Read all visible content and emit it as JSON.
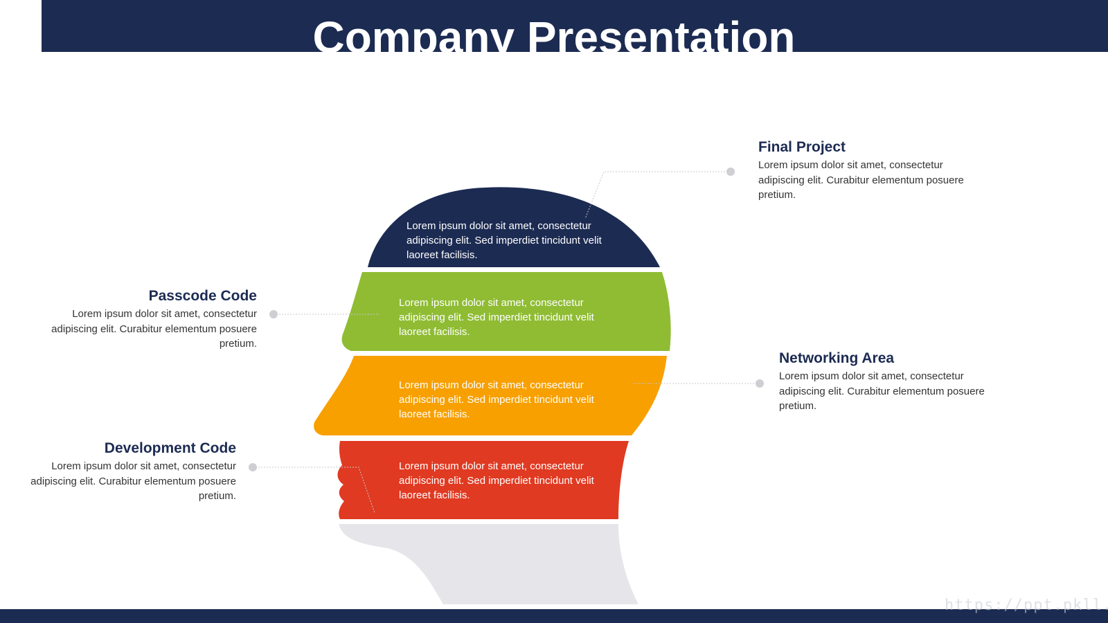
{
  "header": {
    "title": "Company Presentation"
  },
  "bands": [
    {
      "text": "Lorem ipsum dolor sit amet, consectetur adipiscing elit. Sed imperdiet tincidunt velit laoreet facilisis.",
      "color": "#1c2b52"
    },
    {
      "text": "Lorem ipsum dolor sit amet, consectetur adipiscing elit. Sed imperdiet tincidunt velit laoreet facilisis.",
      "color": "#8fbc33"
    },
    {
      "text": "Lorem ipsum dolor sit amet, consectetur adipiscing elit. Sed imperdiet tincidunt velit laoreet facilisis.",
      "color": "#f7a000"
    },
    {
      "text": "Lorem ipsum dolor sit amet, consectetur adipiscing elit. Sed imperdiet tincidunt velit laoreet facilisis.",
      "color": "#e03a22"
    }
  ],
  "neck_color": "#e6e6ea",
  "labels": {
    "final_project": {
      "title": "Final Project",
      "desc": "Lorem ipsum dolor sit amet, consectetur adipiscing elit. Curabitur elementum posuere pretium."
    },
    "passcode_code": {
      "title": "Passcode Code",
      "desc": "Lorem ipsum dolor sit amet, consectetur adipiscing elit. Curabitur elementum posuere pretium."
    },
    "networking_area": {
      "title": "Networking Area",
      "desc": "Lorem ipsum dolor sit amet, consectetur adipiscing elit. Curabitur elementum posuere pretium."
    },
    "development_code": {
      "title": "Development Code",
      "desc": "Lorem ipsum dolor sit amet, consectetur adipiscing elit. Curabitur elementum posuere pretium."
    }
  },
  "footer": {
    "watermark": "https://ppt.pkll.de"
  }
}
